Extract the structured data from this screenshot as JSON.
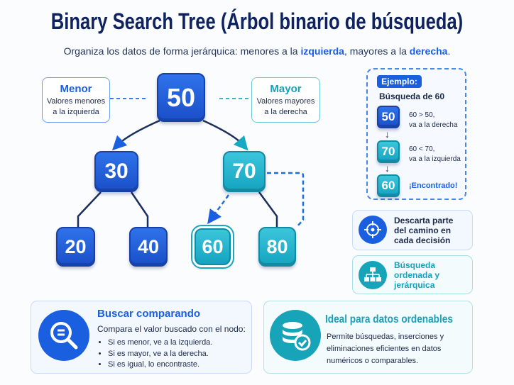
{
  "title": "Binary Search Tree (Árbol binario de búsqueda)",
  "subtitle": {
    "before": "Organiza los datos de forma jerárquica: menores a la ",
    "left": "izquierda",
    "middle": ", mayores a la ",
    "right": "derecha",
    "end": "."
  },
  "legend_left": {
    "title": "Menor",
    "line1": "Valores menores",
    "line2": "a la izquierda"
  },
  "legend_right": {
    "title": "Mayor",
    "line1": "Valores mayores",
    "line2": "a la derecha"
  },
  "tree": {
    "root": "50",
    "l": "30",
    "r": "70",
    "ll": "20",
    "lr": "40",
    "rl": "60",
    "rr": "80"
  },
  "example": {
    "badge": "Ejemplo:",
    "title": "Búsqueda de 60",
    "steps": [
      {
        "node": "50",
        "l1": "60 > 50,",
        "l2": "va a la derecha"
      },
      {
        "node": "70",
        "l1": "60 < 70,",
        "l2": "va a la izquierda"
      },
      {
        "node": "60",
        "l1": "¡Encontrado!"
      }
    ]
  },
  "feature1": {
    "icon": "target-icon",
    "l1": "Descarta parte",
    "l2": "del camino en",
    "l3": "cada decisión"
  },
  "feature2": {
    "icon": "hierarchy-icon",
    "l1": "Búsqueda",
    "l2": "ordenada y",
    "l3": "jerárquica"
  },
  "card_search": {
    "title": "Buscar comparando",
    "desc": "Compara el valor buscado con el nodo:",
    "bullets": [
      "Si es menor, ve a la izquierda.",
      "Si es mayor, ve a la derecha.",
      "Si es igual, lo encontraste."
    ]
  },
  "card_ideal": {
    "title": "Ideal para datos ordenables",
    "l1": "Permite búsquedas, inserciones y",
    "l2": "eliminaciones eficientes en datos",
    "l3": "numéricos o comparables."
  },
  "colors": {
    "blue": "#1a5fe0",
    "teal": "#17a9c2",
    "navy": "#0f2360"
  }
}
